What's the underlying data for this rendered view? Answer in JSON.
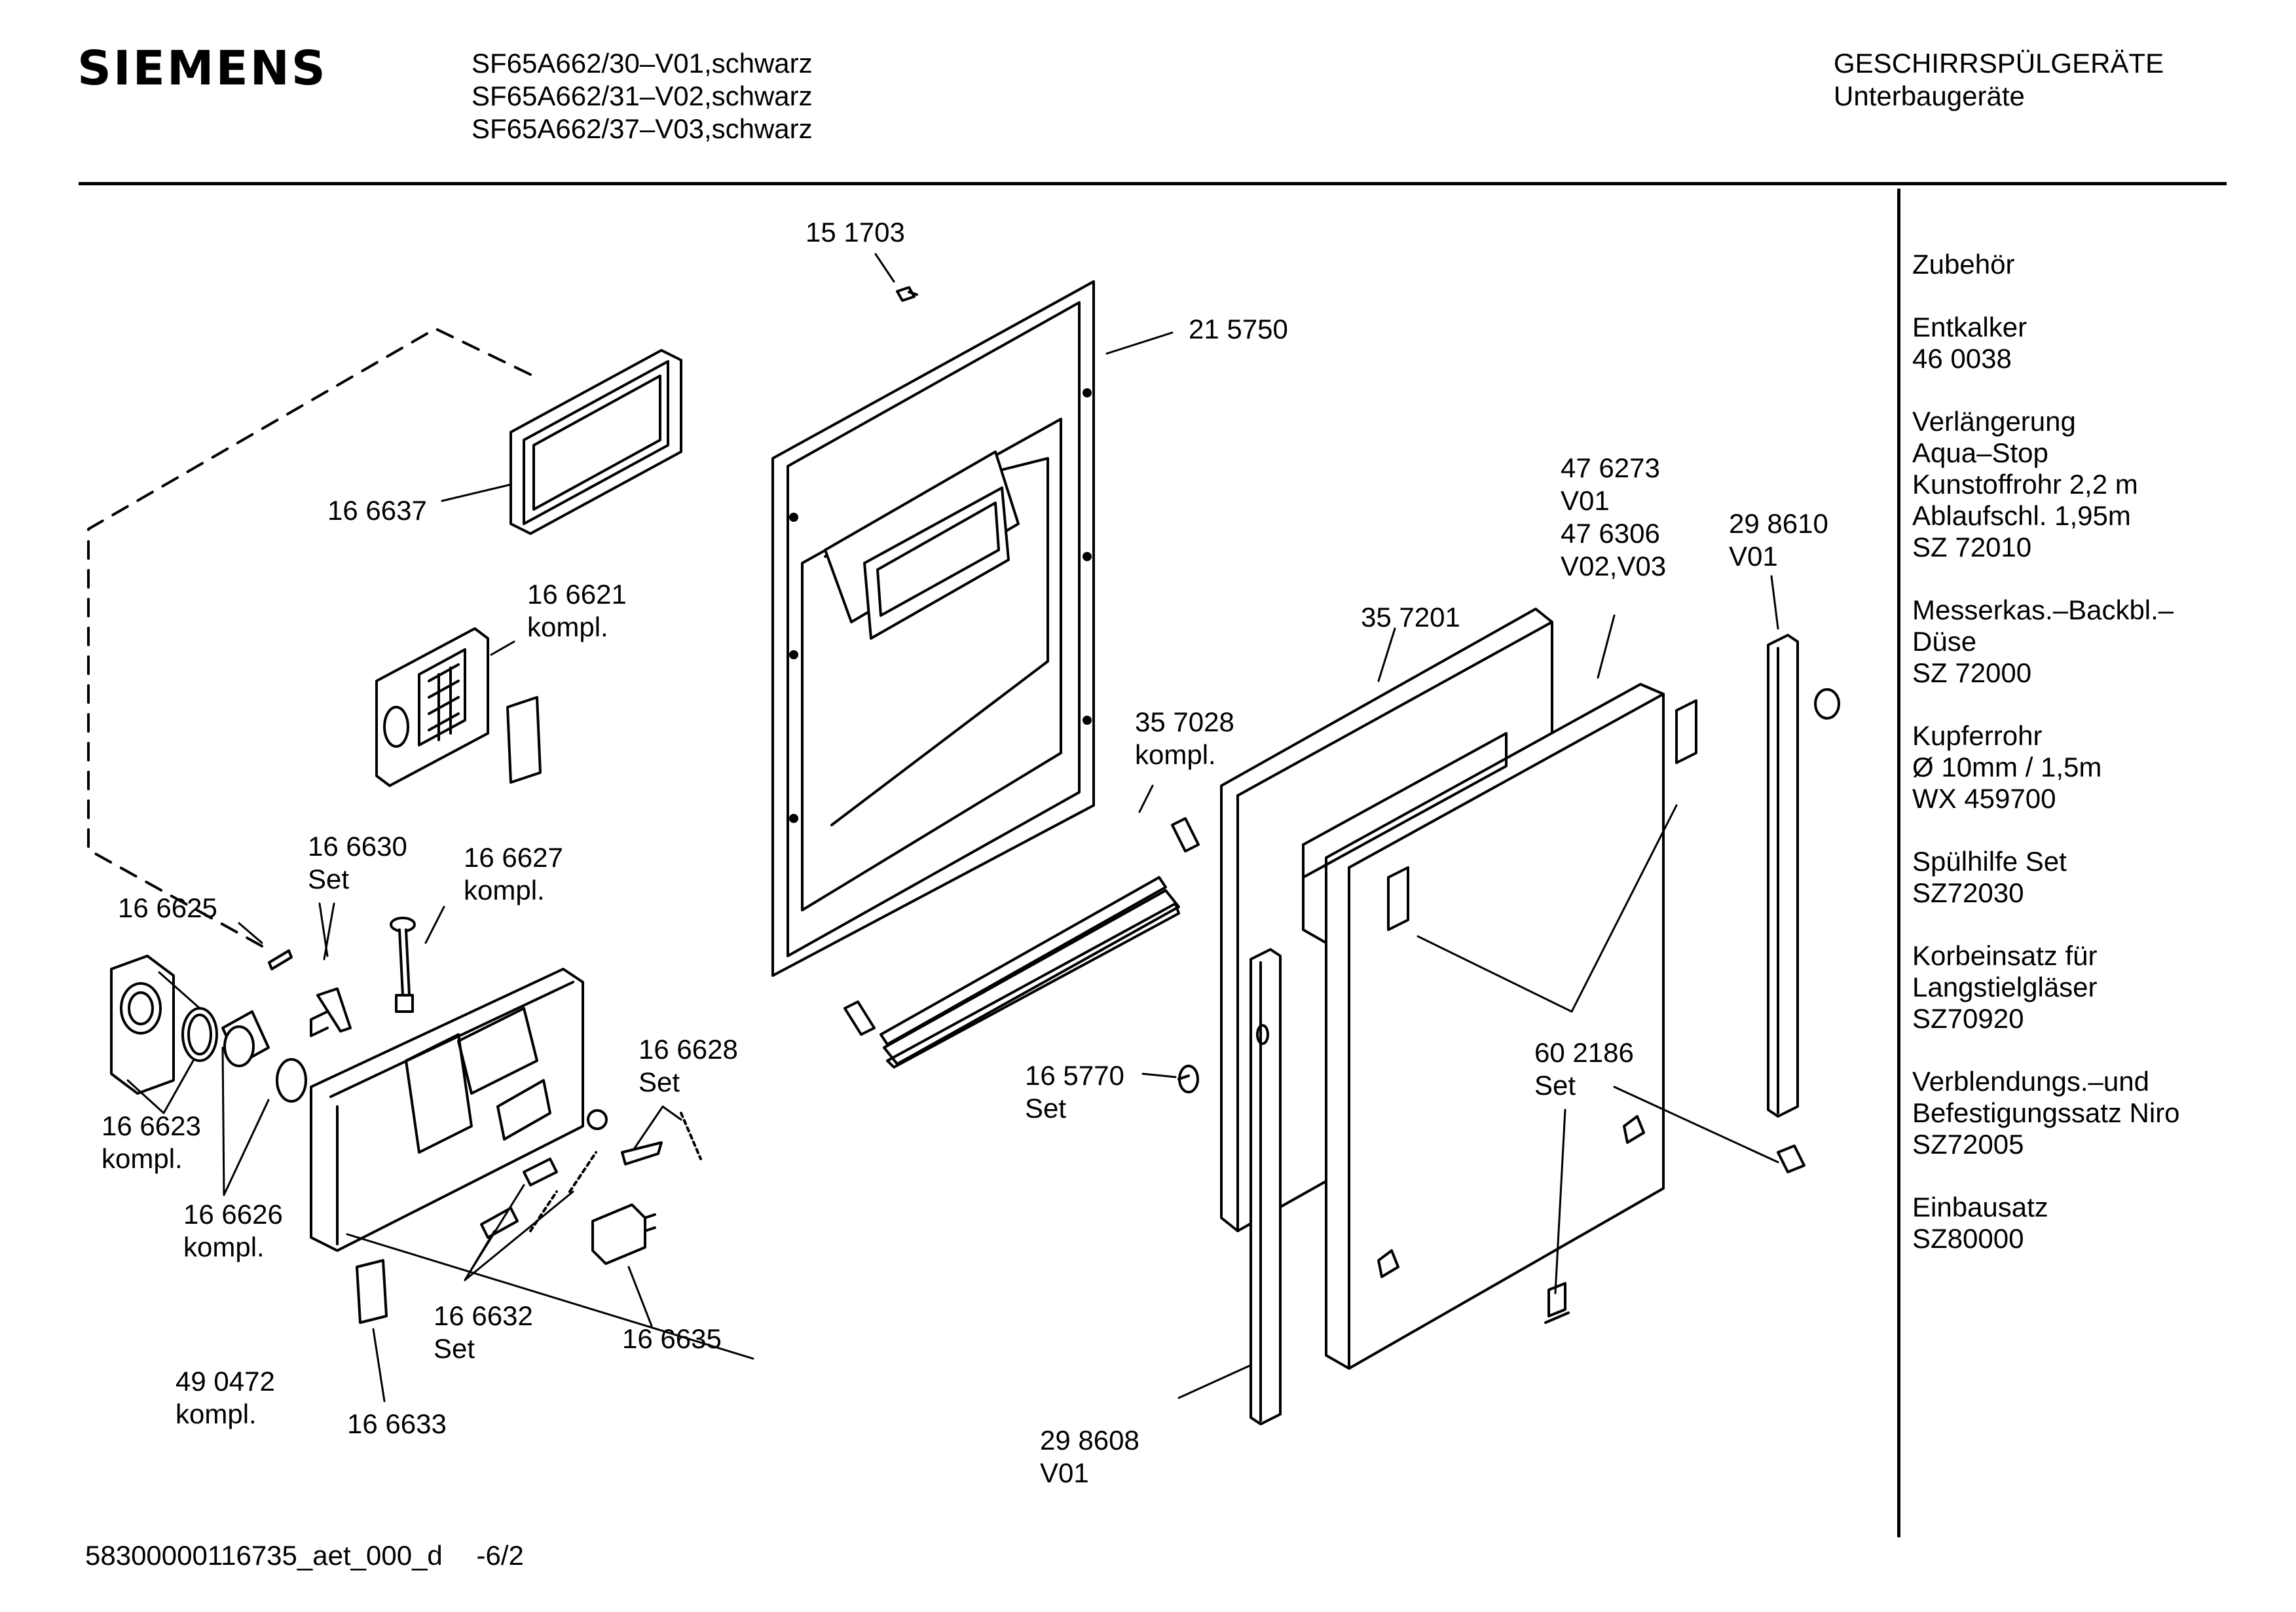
{
  "brand": "SIEMENS",
  "models": [
    "SF65A662/30–V01,schwarz",
    "SF65A662/31–V02,schwarz",
    "SF65A662/37–V03,schwarz"
  ],
  "category": {
    "line1": "GESCHIRRSPÜLGERÄTE",
    "line2": "Unterbaugeräte"
  },
  "accessories": {
    "heading": "Zubehör",
    "groups": [
      [
        "Entkalker",
        "46 0038"
      ],
      [
        "Verlängerung",
        "Aqua–Stop",
        "Kunstoffrohr 2,2 m",
        "Ablaufschl. 1,95m",
        "SZ 72010"
      ],
      [
        "Messerkas.–Backbl.–",
        "Düse",
        "SZ 72000"
      ],
      [
        "Kupferrohr",
        "Ø 10mm / 1,5m",
        "WX 459700"
      ],
      [
        "Spülhilfe Set",
        "SZ72030"
      ],
      [
        "Korbeinsatz für",
        "Langstielgläser",
        "SZ70920"
      ],
      [
        "Verblendungs.–und",
        "Befestigungssatz Niro",
        "SZ72005"
      ],
      [
        "Einbausatz",
        "SZ80000"
      ]
    ]
  },
  "parts": {
    "p151703": [
      "15 1703"
    ],
    "p215750": [
      "21 5750"
    ],
    "p166637": [
      "16 6637"
    ],
    "p166621": [
      "16 6621",
      "kompl."
    ],
    "p166630": [
      "16 6630",
      "Set"
    ],
    "p166627": [
      "16 6627",
      "kompl."
    ],
    "p166625": [
      "16 6625"
    ],
    "p166623": [
      "16 6623",
      "kompl."
    ],
    "p166626": [
      "16 6626",
      "kompl."
    ],
    "p166628": [
      "16 6628",
      "Set"
    ],
    "p166632": [
      "16 6632",
      "Set"
    ],
    "p166635": [
      "16 6635"
    ],
    "p490472": [
      "49 0472",
      "kompl."
    ],
    "p166633": [
      "16 6633"
    ],
    "p357028": [
      "35 7028",
      "kompl."
    ],
    "p165770": [
      "16 5770",
      "Set"
    ],
    "p357201": [
      "35 7201"
    ],
    "p476273": [
      "47 6273",
      "V01",
      "47 6306",
      "V02,V03"
    ],
    "p298610": [
      "29 8610",
      "V01"
    ],
    "p602186": [
      "60 2186",
      "Set"
    ],
    "p298608": [
      "29 8608",
      "V01"
    ]
  },
  "footer": {
    "doc_id": "58300000116735_aet_000_d",
    "page": "-6/2"
  }
}
